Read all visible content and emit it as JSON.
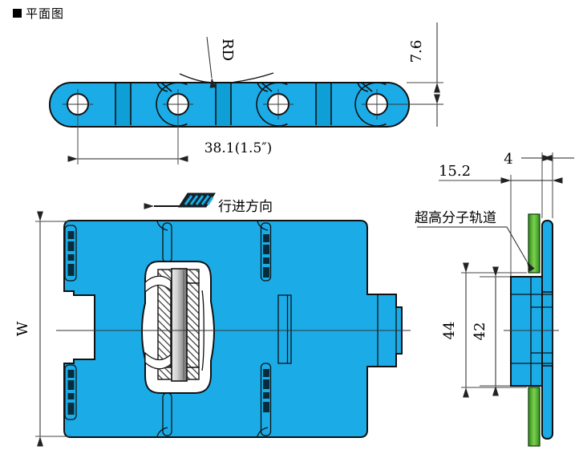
{
  "title": {
    "bullet": "■",
    "text": "平面图"
  },
  "colors": {
    "part_cyan": "#1bace8",
    "part_outline": "#111111",
    "rail_green": "#57b637",
    "pin_gray": "#9a9a9a",
    "dimension_line": "#444444"
  },
  "top_view": {
    "description": "chain side elevation with 4 pin holes",
    "radius_label": "RD",
    "pitch_dimension": "38.1(1.5″)",
    "top_to_center_dimension": "7.6"
  },
  "plan_view": {
    "direction_label": "行进方向",
    "width_label": "W"
  },
  "side_view": {
    "plate_thickness_dimension": "4",
    "total_thickness_dimension": "15.2",
    "rail_label": "超高分子轨道",
    "rail_gap_dimension": "44",
    "hub_height_dimension": "42"
  }
}
